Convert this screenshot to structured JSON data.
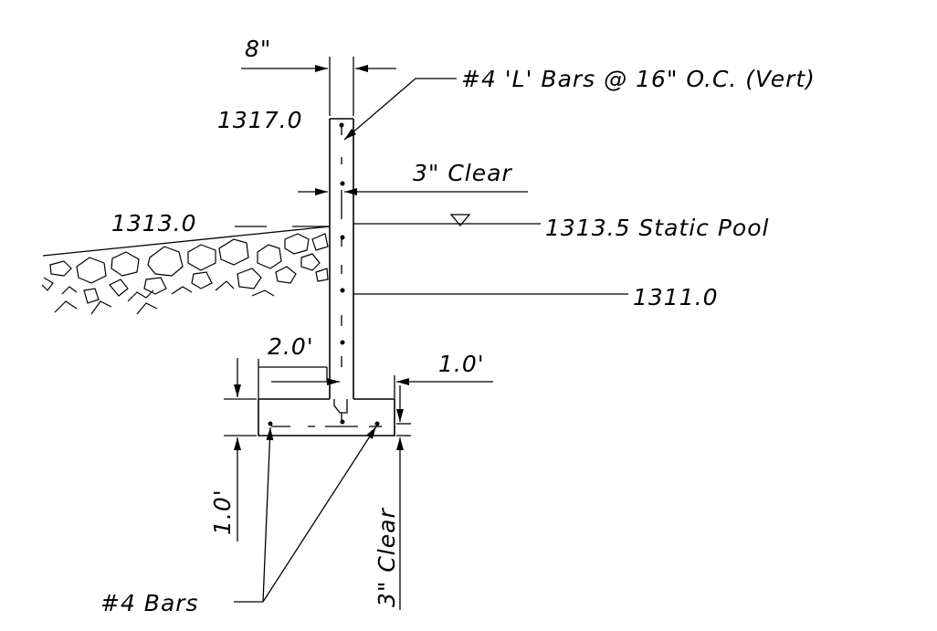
{
  "labels": {
    "wall_thickness": "8\"",
    "top_elevation": "1317.0",
    "vertical_bars": "#4 'L' Bars @ 16\" O.C. (Vert)",
    "wall_clear_cover": "3\" Clear",
    "ground_elevation": "1313.0",
    "static_pool": "1313.5 Static Pool",
    "lower_elevation": "1311.0",
    "heel_width": "2.0'",
    "toe_width": "1.0'",
    "footing_thickness": "1.0'",
    "footing_bars": "#4 Bars",
    "footing_clear_cover": "3\" Clear"
  },
  "colors": {
    "line": "#000000",
    "background": "#ffffff"
  }
}
